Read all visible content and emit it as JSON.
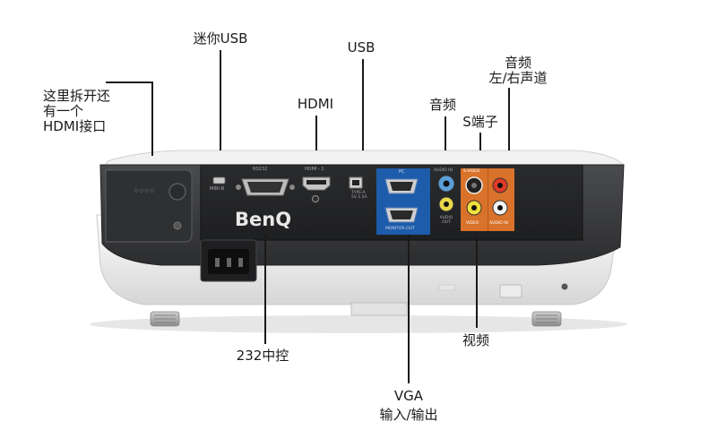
{
  "brand": {
    "name": "BenQ"
  },
  "panel_markings": {
    "rs232": "RS232",
    "hdmi1": "HDMI - 1",
    "mini_b": "MINI-B",
    "usb_type_a": "TYPE-A\n5V 1.5A",
    "pc": "PC",
    "monitor_out": "MONITOR-OUT",
    "audio_in": "AUDIO IN",
    "audio_out": "AUDIO\nOUT",
    "s_video": "S-VIDEO",
    "video": "VIDEO",
    "audio_in_right": "AUDIO IN"
  },
  "callouts": {
    "hidden_hdmi": "这里拆开还\n有一个\nHDMI接口",
    "mini_usb": "迷你USB",
    "hdmi": "HDMI",
    "usb": "USB",
    "audio": "音频",
    "s_video": "S端子",
    "audio_lr": "音频\n左/右声道",
    "rs232_control": "232中控",
    "video": "视频",
    "vga_line1": "VGA",
    "vga_line2": "输入/输出"
  },
  "colors": {
    "pc_panel": "#1c5cab",
    "av_panel": "#d9722a",
    "body_dark": "#3a3b3d",
    "body_light": "#eeeeee"
  }
}
